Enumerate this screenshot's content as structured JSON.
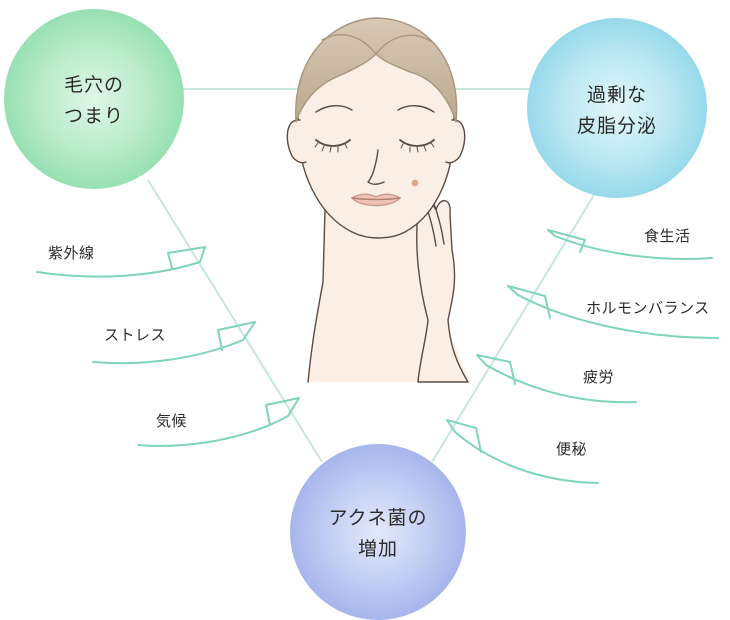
{
  "colors": {
    "line": "#bfe3d3",
    "wave": "#79d3b6",
    "green_circle": "#a4e6bd",
    "blue_circle": "#a7e2ef",
    "purple_circle": "#b5c2ef",
    "skin": "#fbeee4",
    "hair": "#c9b8a2",
    "outline": "#5a4c44"
  },
  "circles": {
    "pores": {
      "line1": "毛穴の",
      "line2": "つまり",
      "icon": "watercolor-green-circle"
    },
    "sebum": {
      "line1": "過剰な",
      "line2": "皮脂分泌",
      "icon": "watercolor-blue-circle"
    },
    "acne": {
      "line1": "アクネ菌の",
      "line2": "増加",
      "icon": "watercolor-purple-circle"
    }
  },
  "left_factors": [
    "紫外線",
    "ストレス",
    "気候"
  ],
  "right_factors": [
    "食生活",
    "ホルモンバランス",
    "疲労",
    "便秘"
  ],
  "illustration": {
    "icon": "woman-face-illustration"
  }
}
